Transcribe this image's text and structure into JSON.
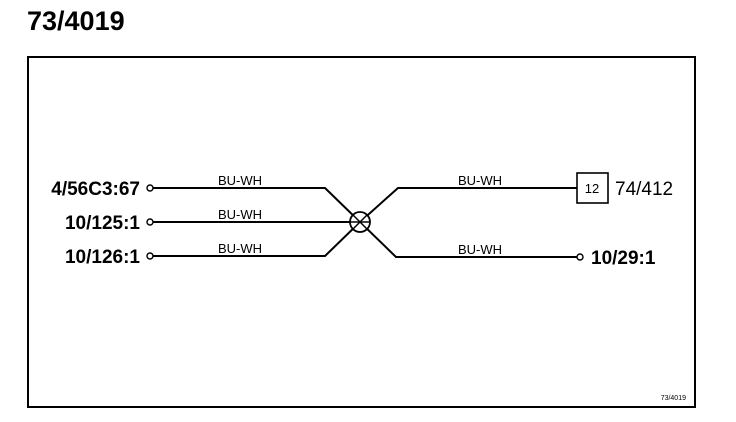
{
  "title": "73/4019",
  "footer_id": "73/4019",
  "connectors_left": [
    {
      "label": "4/56C3:67",
      "wire": "BU-WH"
    },
    {
      "label": "10/125:1",
      "wire": "BU-WH"
    },
    {
      "label": "10/126:1",
      "wire": "BU-WH"
    }
  ],
  "connectors_right": [
    {
      "label": "74/412",
      "box_number": "12",
      "wire": "BU-WH"
    },
    {
      "label": "10/29:1",
      "wire": "BU-WH"
    }
  ]
}
